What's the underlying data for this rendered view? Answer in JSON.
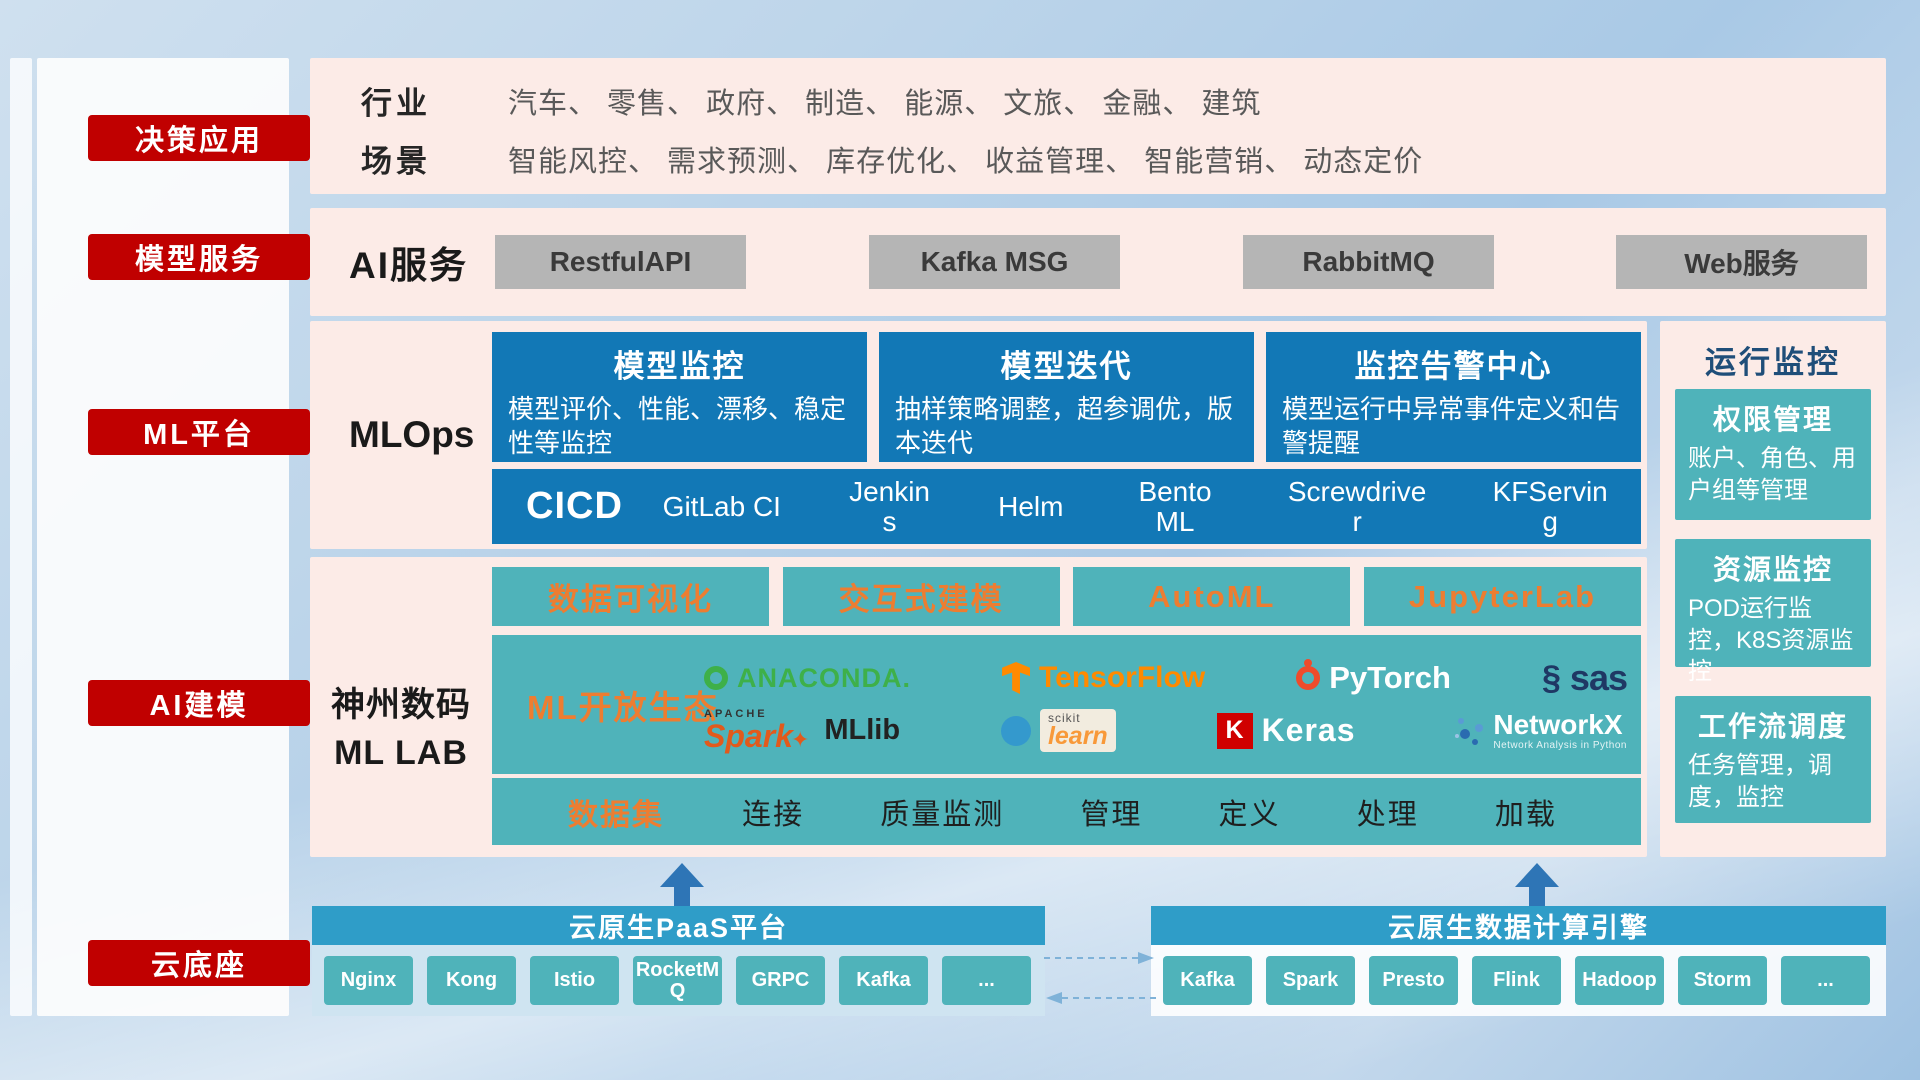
{
  "sidebar": {
    "items": [
      "决策应用",
      "模型服务",
      "ML平台",
      "AI建模",
      "云底座"
    ]
  },
  "business": {
    "industry_label": "行业",
    "industry_list": "汽车、 零售、 政府、 制造、 能源、 文旅、 金融、 建筑",
    "scene_label": "场景",
    "scene_list": "智能风控、 需求预测、 库存优化、 收益管理、 智能营销、 动态定价"
  },
  "ai_service": {
    "label": "AI服务",
    "items": [
      "RestfulAPI",
      "Kafka MSG",
      "RabbitMQ",
      "Web服务"
    ]
  },
  "mlops": {
    "label": "MLOps",
    "cards": [
      {
        "title": "模型监控",
        "desc": "模型评价、性能、漂移、稳定性等监控"
      },
      {
        "title": "模型迭代",
        "desc": "抽样策略调整，超参调优，版本迭代"
      },
      {
        "title": "监控告警中心",
        "desc": "模型运行中异常事件定义和告警提醒"
      }
    ],
    "cicd_label": "CICD",
    "cicd_items": [
      "GitLab CI",
      "Jenkins",
      "Helm",
      "BentoML",
      "Screwdriver",
      "KFServing"
    ]
  },
  "monitoring": {
    "title": "运行监控",
    "cards": [
      {
        "title": "权限管理",
        "desc": "账户、角色、用户组等管理"
      },
      {
        "title": "资源监控",
        "desc": "POD运行监控，K8S资源监控"
      },
      {
        "title": "工作流调度",
        "desc": "任务管理，调度，监控"
      }
    ]
  },
  "mllab": {
    "label_line1": "神州数码",
    "label_line2": "ML LAB",
    "tools": [
      "数据可视化",
      "交互式建模",
      "AutoML",
      "JupyterLab"
    ],
    "ecosystem_label": "ML开放生态",
    "logos": {
      "anaconda": "ANACONDA.",
      "tensorflow": "TensorFlow",
      "pytorch": "PyTorch",
      "sas": "sas",
      "spark_apache": "APACHE",
      "spark": "Spark",
      "mllib": "MLlib",
      "scikit": "scikit",
      "learn": "learn",
      "keras_k": "K",
      "keras": "Keras",
      "networkx": "NetworkX",
      "networkx_sub": "Network Analysis in Python"
    },
    "dataset_label": "数据集",
    "dataset_items": [
      "连接",
      "质量监测",
      "管理",
      "定义",
      "处理",
      "加载"
    ]
  },
  "cloud": {
    "paas_title": "云原生PaaS平台",
    "paas_items": [
      "Nginx",
      "Kong",
      "Istio",
      "RocketMQ",
      "GRPC",
      "Kafka",
      "..."
    ],
    "engine_title": "云原生数据计算引擎",
    "engine_items": [
      "Kafka",
      "Spark",
      "Presto",
      "Flink",
      "Hadoop",
      "Storm",
      "..."
    ]
  },
  "colors": {
    "red": "#c00000",
    "panel_pink": "#fcebe7",
    "blue": "#1278b6",
    "teal": "#4fb3ba",
    "orange": "#ed7d31",
    "bar_blue": "#2f9dc8",
    "gray_button": "#b5b5b5"
  }
}
